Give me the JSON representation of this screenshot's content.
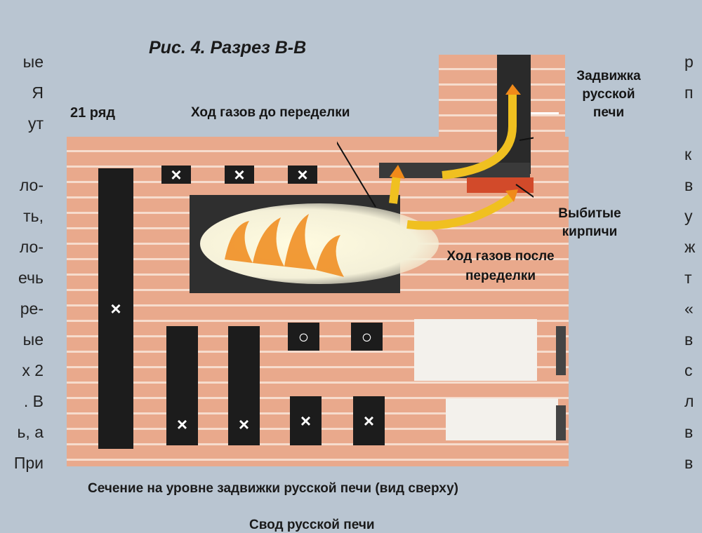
{
  "figure": {
    "title": "Рис. 4. Разрез В-В",
    "row_label": "21 ряд",
    "labels": {
      "gas_before": "Ход газов до переделки",
      "damper": "Задвижка русской печи",
      "knocked_bricks": "Выбитые кирпичи",
      "gas_after": "Ход газов после переделки"
    },
    "caption": "Сечение на уровне задвижки русской печи (вид сверху)",
    "next_caption": "Свод русской печи",
    "marks": {
      "cross": "×",
      "circle": "○"
    }
  },
  "left_text": [
    "ые",
    "Я",
    "ут",
    "",
    "ло-",
    "ть,",
    "ло-",
    "ечь",
    "ре-",
    "ые",
    "х 2",
    ". В",
    "ь, а",
    "При"
  ],
  "right_text": [
    "р",
    "п",
    "",
    "к",
    "в",
    "у",
    "ж",
    "т",
    "«",
    "в",
    "с",
    "л",
    "в",
    "в"
  ]
}
